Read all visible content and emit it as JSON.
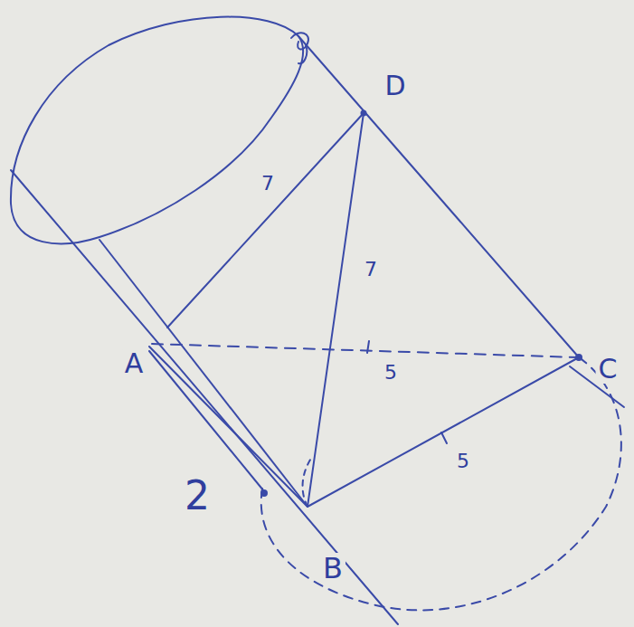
{
  "diagram": {
    "labels": [
      "D",
      "7",
      "7",
      "A",
      "5",
      "C",
      "5",
      "2",
      "B"
    ]
  }
}
